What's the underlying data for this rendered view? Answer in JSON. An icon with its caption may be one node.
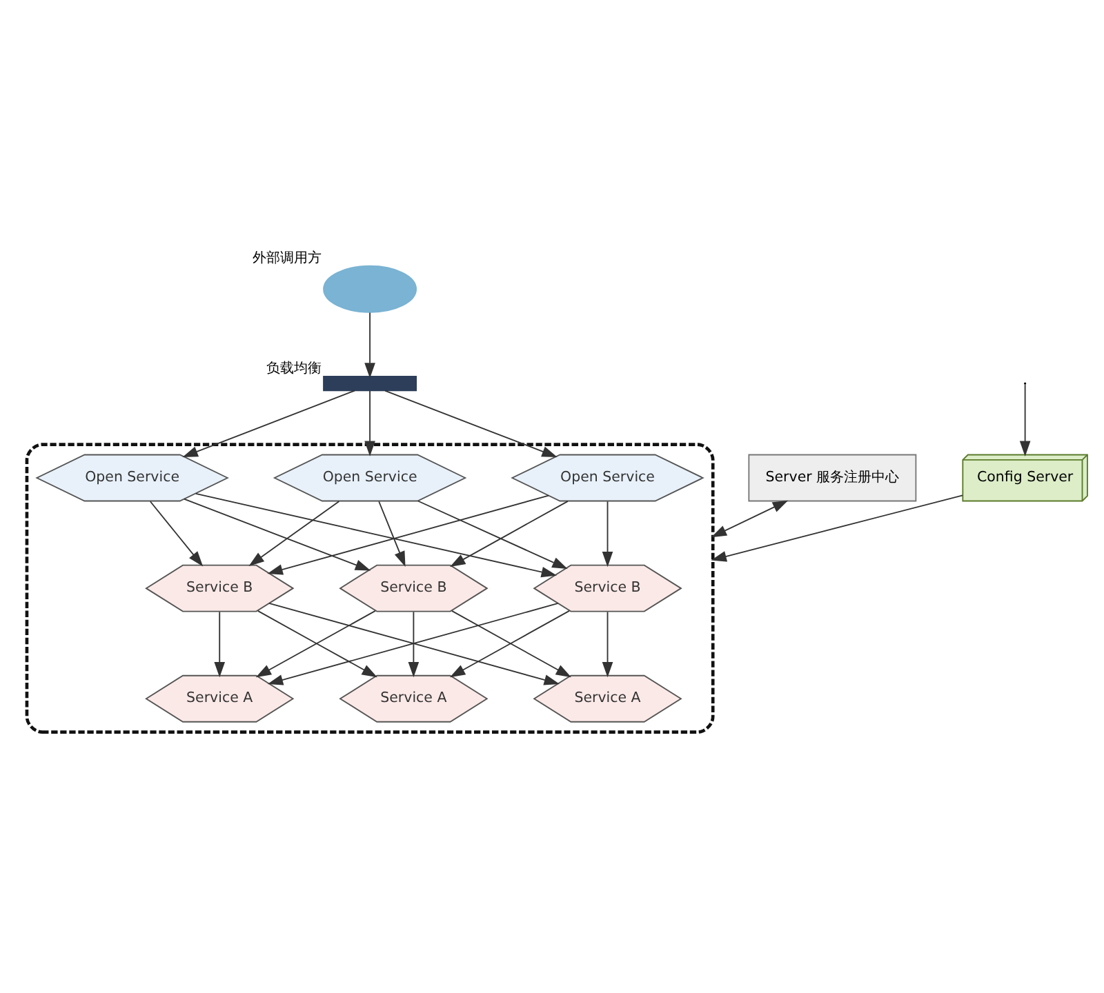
{
  "diagram": {
    "nodes": [
      {
        "text": [],
        "shape": "cloud",
        "beside": [
          "外部调用方"
        ]
      },
      {
        "text": [],
        "shape": "box",
        "beside": [
          "负载均衡"
        ]
      },
      {
        "text": [],
        "shape": "box"
      },
      {
        "text": [
          "Open Service"
        ],
        "in": 2
      },
      {
        "text": [
          "Open Service"
        ],
        "in": 2
      },
      {
        "text": [
          "Open Service"
        ],
        "in": 2
      },
      {
        "text": [
          "Service B"
        ],
        "in": 2
      },
      {
        "text": [
          "Service B"
        ],
        "in": 2
      },
      {
        "text": [
          "Service B"
        ],
        "in": 2
      },
      {
        "text": [
          "Service A"
        ],
        "in": 2
      },
      {
        "text": [
          "Service A"
        ],
        "in": 2
      },
      {
        "text": [
          "Service A"
        ],
        "in": 2
      },
      {
        "text": [
          "Server 服务注册中心"
        ]
      },
      {
        "text": [
          "Config Server"
        ]
      }
    ],
    "edges": [
      {
        "from": 0,
        "to": 1,
        "arrow": "to"
      },
      {
        "from": 1,
        "to": 3,
        "arrow": "to"
      },
      {
        "from": 1,
        "to": 4,
        "arrow": "to"
      },
      {
        "from": 1,
        "to": 5,
        "arrow": "to"
      },
      {
        "from": 3,
        "to": 6,
        "arrow": "to"
      },
      {
        "from": 3,
        "to": 7,
        "arrow": "to"
      },
      {
        "from": 3,
        "to": 8,
        "arrow": "to"
      },
      {
        "from": 4,
        "to": 6,
        "arrow": "to"
      },
      {
        "from": 4,
        "to": 7,
        "arrow": "to"
      },
      {
        "from": 4,
        "to": 8,
        "arrow": "to"
      },
      {
        "from": 5,
        "to": 6,
        "arrow": "to"
      },
      {
        "from": 5,
        "to": 7,
        "arrow": "to"
      },
      {
        "from": 5,
        "to": 8,
        "arrow": "to"
      },
      {
        "from": 6,
        "to": 9,
        "arrow": "to"
      },
      {
        "from": 6,
        "to": 10,
        "arrow": "to"
      },
      {
        "from": 6,
        "to": 11,
        "arrow": "to"
      },
      {
        "from": 7,
        "to": 9,
        "arrow": "to"
      },
      {
        "from": 7,
        "to": 10,
        "arrow": "to"
      },
      {
        "from": 7,
        "to": 11,
        "arrow": "to"
      },
      {
        "from": 8,
        "to": 9,
        "arrow": "to"
      },
      {
        "from": 8,
        "to": 10,
        "arrow": "to"
      },
      {
        "from": 8,
        "to": 11,
        "arrow": "to"
      },
      {
        "from": 12,
        "to": 2,
        "arrow": "both"
      },
      {
        "from": 13,
        "to": 2,
        "arrow": "to"
      },
      {
        "from": null,
        "to": 13,
        "arrow": "to"
      }
    ]
  }
}
